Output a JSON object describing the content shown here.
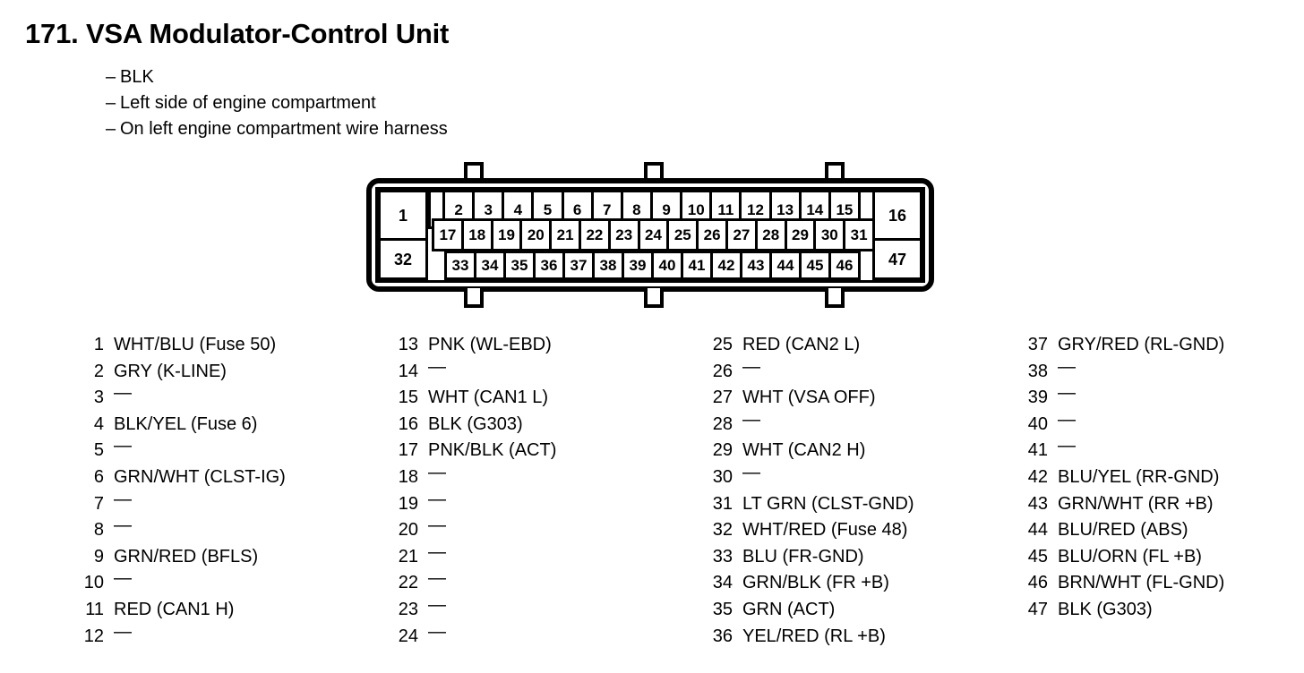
{
  "header": {
    "title": "171. VSA Modulator-Control Unit",
    "bullets": [
      "BLK",
      "Left side of engine compartment",
      "On left engine compartment wire harness"
    ],
    "bullet_dash": "–"
  },
  "connector": {
    "row_top": [
      "1",
      "",
      "2",
      "3",
      "4",
      "5",
      "6",
      "7",
      "8",
      "9",
      "10",
      "11",
      "12",
      "13",
      "14",
      "15",
      "",
      "16"
    ],
    "row_mid": [
      "17",
      "18",
      "19",
      "20",
      "21",
      "22",
      "23",
      "24",
      "25",
      "26",
      "27",
      "28",
      "29",
      "30",
      "31"
    ],
    "row_bot_left": "32",
    "row_bot": [
      "33",
      "34",
      "35",
      "36",
      "37",
      "38",
      "39",
      "40",
      "41",
      "42",
      "43",
      "44",
      "45",
      "46"
    ],
    "row_bot_right": "47",
    "tab_count_top": 3,
    "tab_count_bottom": 3
  },
  "empty_mark": "—",
  "pins": {
    "col0": [
      {
        "num": "1",
        "desc": "WHT/BLU (Fuse 50)"
      },
      {
        "num": "2",
        "desc": "GRY (K-LINE)"
      },
      {
        "num": "3",
        "desc": "—"
      },
      {
        "num": "4",
        "desc": "BLK/YEL (Fuse 6)"
      },
      {
        "num": "5",
        "desc": "—"
      },
      {
        "num": "6",
        "desc": "GRN/WHT (CLST-IG)"
      },
      {
        "num": "7",
        "desc": "—"
      },
      {
        "num": "8",
        "desc": "—"
      },
      {
        "num": "9",
        "desc": "GRN/RED (BFLS)"
      },
      {
        "num": "10",
        "desc": "—"
      },
      {
        "num": "11",
        "desc": "RED (CAN1 H)"
      },
      {
        "num": "12",
        "desc": "—"
      }
    ],
    "col1": [
      {
        "num": "13",
        "desc": "PNK (WL-EBD)"
      },
      {
        "num": "14",
        "desc": "—"
      },
      {
        "num": "15",
        "desc": "WHT (CAN1 L)"
      },
      {
        "num": "16",
        "desc": "BLK (G303)"
      },
      {
        "num": "17",
        "desc": "PNK/BLK (ACT)"
      },
      {
        "num": "18",
        "desc": "—"
      },
      {
        "num": "19",
        "desc": "—"
      },
      {
        "num": "20",
        "desc": "—"
      },
      {
        "num": "21",
        "desc": "—"
      },
      {
        "num": "22",
        "desc": "—"
      },
      {
        "num": "23",
        "desc": "—"
      },
      {
        "num": "24",
        "desc": "—"
      }
    ],
    "col2": [
      {
        "num": "25",
        "desc": "RED (CAN2 L)"
      },
      {
        "num": "26",
        "desc": "—"
      },
      {
        "num": "27",
        "desc": "WHT (VSA OFF)"
      },
      {
        "num": "28",
        "desc": "—"
      },
      {
        "num": "29",
        "desc": "WHT (CAN2 H)"
      },
      {
        "num": "30",
        "desc": "—"
      },
      {
        "num": "31",
        "desc": "LT GRN (CLST-GND)"
      },
      {
        "num": "32",
        "desc": "WHT/RED (Fuse 48)"
      },
      {
        "num": "33",
        "desc": "BLU (FR-GND)"
      },
      {
        "num": "34",
        "desc": "GRN/BLK (FR +B)"
      },
      {
        "num": "35",
        "desc": "GRN (ACT)"
      },
      {
        "num": "36",
        "desc": "YEL/RED (RL +B)"
      }
    ],
    "col3": [
      {
        "num": "37",
        "desc": "GRY/RED (RL-GND)"
      },
      {
        "num": "38",
        "desc": "—"
      },
      {
        "num": "39",
        "desc": "—"
      },
      {
        "num": "40",
        "desc": "—"
      },
      {
        "num": "41",
        "desc": "—"
      },
      {
        "num": "42",
        "desc": "BLU/YEL (RR-GND)"
      },
      {
        "num": "43",
        "desc": "GRN/WHT (RR +B)"
      },
      {
        "num": "44",
        "desc": "BLU/RED (ABS)"
      },
      {
        "num": "45",
        "desc": "BLU/ORN (FL +B)"
      },
      {
        "num": "46",
        "desc": "BRN/WHT (FL-GND)"
      },
      {
        "num": "47",
        "desc": "BLK (G303)"
      }
    ]
  }
}
